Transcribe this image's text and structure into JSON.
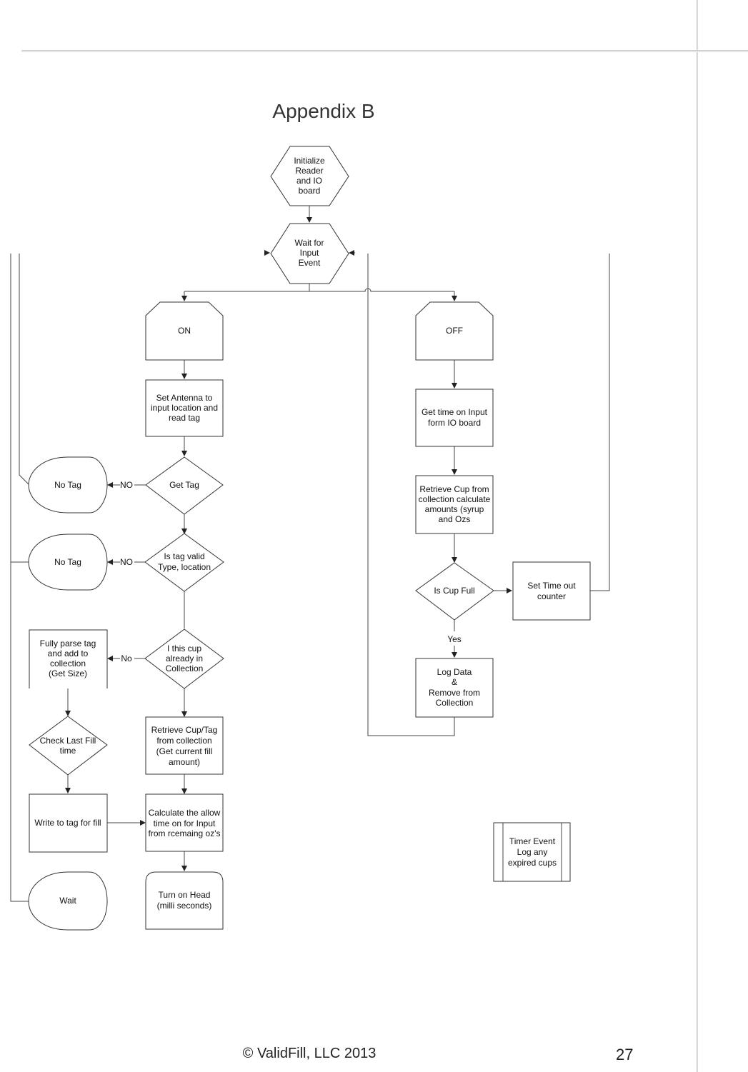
{
  "header": {
    "title": "Appendix B"
  },
  "footer": {
    "copyright": "© ValidFill, LLC 2013",
    "page_number": "27"
  },
  "flowchart": {
    "init": [
      "Initialize",
      "Reader",
      "and IO",
      "board"
    ],
    "wait_event": [
      "Wait for",
      "Input",
      "Event"
    ],
    "on_branch": {
      "on": [
        "ON"
      ],
      "set_antenna": [
        "Set Antenna to",
        "input location and",
        "read tag"
      ],
      "get_tag": [
        "Get Tag"
      ],
      "no_tag_1": [
        "No Tag"
      ],
      "no_label_1": "NO",
      "tag_valid": [
        "Is tag valid",
        "Type, location"
      ],
      "no_tag_2": [
        "No Tag"
      ],
      "no_label_2": "NO",
      "in_collection": [
        "I this cup",
        "already in",
        "Collection"
      ],
      "no_label_3": "No",
      "parse_tag": [
        "Fully parse tag",
        "and add to",
        "collection",
        "(Get Size)"
      ],
      "check_fill": [
        "Check Last Fill",
        "time"
      ],
      "write_tag": [
        "Write to tag  for fill"
      ],
      "retrieve_tag": [
        "Retrieve Cup/Tag",
        "from collection",
        "(Get current fill",
        "amount)"
      ],
      "calculate": [
        "Calculate the allow",
        "time on for Input",
        "from  rcemaing oz's"
      ],
      "turn_on": [
        "Turn on Head",
        "(milli seconds)"
      ],
      "wait": [
        "Wait"
      ]
    },
    "off_branch": {
      "off": [
        "OFF"
      ],
      "get_time": [
        "Get time on Input",
        "form IO board"
      ],
      "retrieve_cup": [
        "Retrieve Cup from",
        "collection calculate",
        "amounts (syrup",
        "and Ozs"
      ],
      "cup_full": [
        "Is Cup Full"
      ],
      "timeout": [
        "Set Time out",
        "counter"
      ],
      "yes_label": "Yes",
      "log_data": [
        "Log Data",
        "&",
        "Remove from",
        "Collection"
      ]
    },
    "timer_event": [
      "Timer Event",
      "Log any",
      "expired cups"
    ]
  },
  "colors": {
    "line": "#444444",
    "text": "#111111",
    "title": "#333333"
  }
}
